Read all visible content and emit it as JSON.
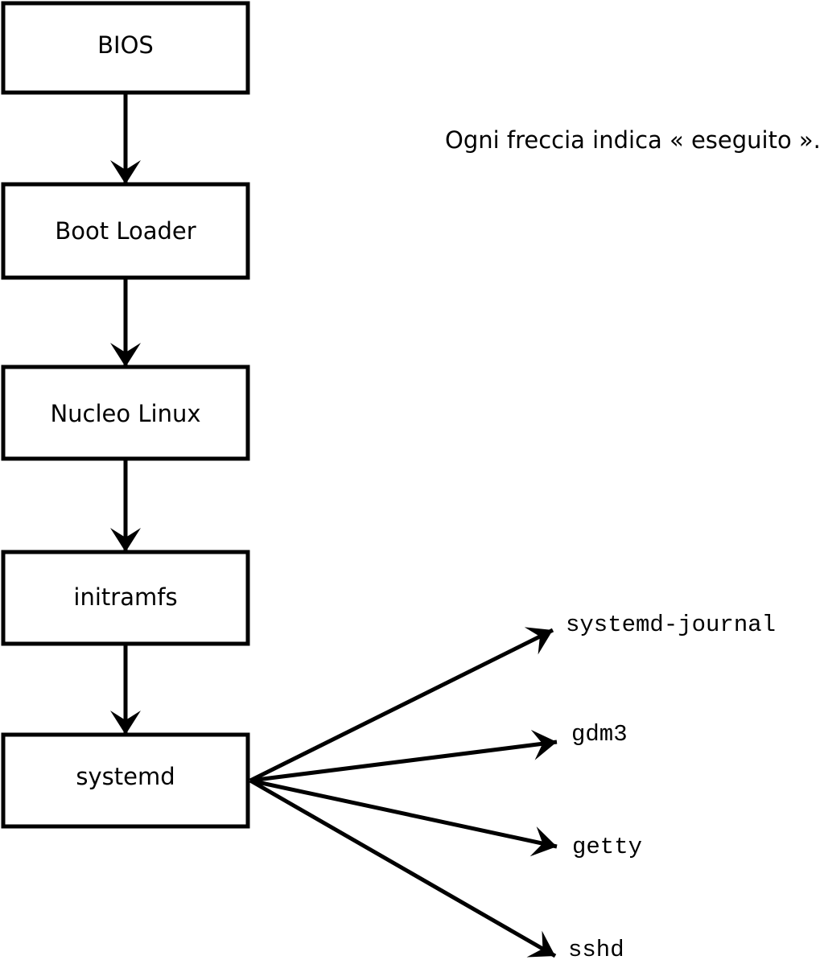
{
  "diagram": {
    "title_annotation": "Ogni freccia indica « eseguito ».",
    "boot_chain": [
      {
        "label": "BIOS"
      },
      {
        "label": "Boot Loader"
      },
      {
        "label": "Nucleo Linux"
      },
      {
        "label": "initramfs"
      },
      {
        "label": "systemd"
      }
    ],
    "spawned_services": [
      {
        "label": "systemd-journal"
      },
      {
        "label": "gdm3"
      },
      {
        "label": "getty"
      },
      {
        "label": "sshd"
      }
    ],
    "edge_meaning": "eseguito",
    "colors": {
      "stroke": "#000000",
      "box_fill": "#ffffff",
      "background": "#ffffff"
    }
  }
}
